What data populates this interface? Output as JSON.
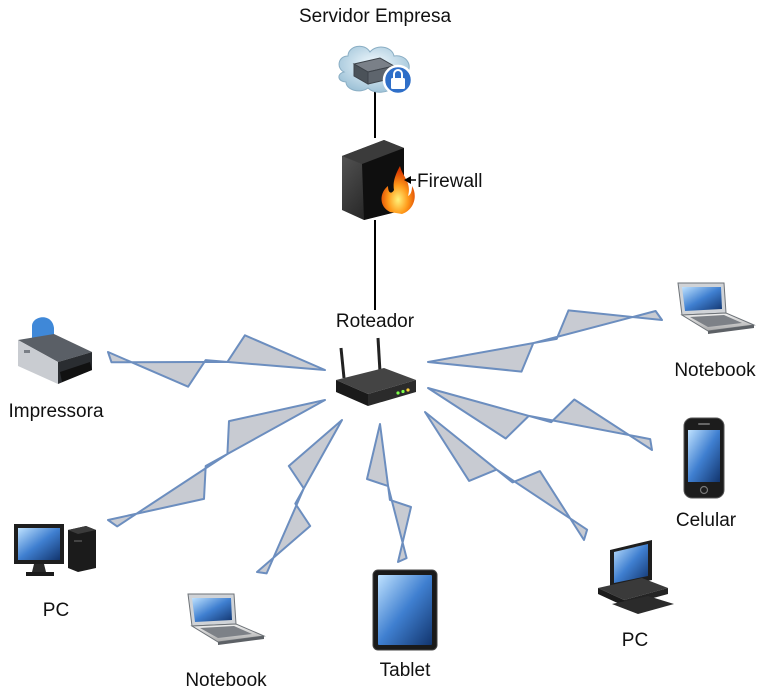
{
  "diagram": {
    "labels": {
      "server": "Servidor Empresa",
      "firewall": "Firewall",
      "router": "Roteador",
      "printer": "Impressora",
      "notebook_right": "Notebook",
      "celular": "Celular",
      "pc_right": "PC",
      "tablet": "Tablet",
      "notebook_bottom": "Notebook",
      "pc_left": "PC"
    },
    "icons": {
      "server": "cloud-server-lock-icon",
      "firewall": "firewall-icon",
      "router": "wireless-router-icon",
      "printer": "printer-icon",
      "notebook": "laptop-icon",
      "celular": "smartphone-icon",
      "pc": "desktop-pc-icon",
      "tablet": "tablet-icon"
    },
    "colors": {
      "link_fill": "#c8cbd2",
      "link_stroke": "#6c8ebf",
      "wire": "#000000"
    }
  }
}
